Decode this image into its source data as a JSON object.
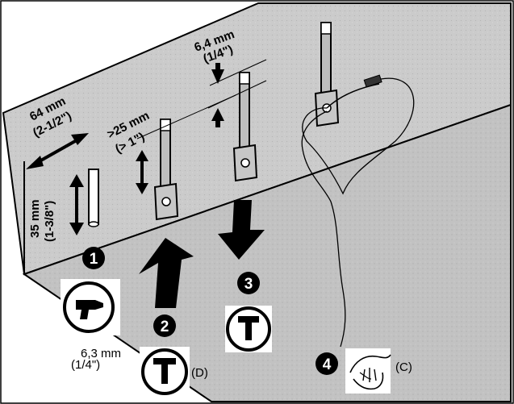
{
  "dimensions": {
    "width_mm": "64 mm",
    "width_in": "(2-1/2\")",
    "depth_mm": "35 mm",
    "depth_in": "(1-3/8\")",
    "spacing_mm": ">25 mm",
    "spacing_in": "(> 1\")",
    "gap_mm": "6,4 mm",
    "gap_in": "(1/4\")",
    "drill_mm": "6,3 mm",
    "drill_in": "(1/4\")"
  },
  "steps": [
    {
      "number": "1",
      "tool": "drill-icon"
    },
    {
      "number": "2",
      "tool": "hammer-icon",
      "label": "(D)"
    },
    {
      "number": "3",
      "tool": "hammer-icon"
    },
    {
      "number": "4",
      "tool": "hand-icon",
      "label": "(C)"
    }
  ],
  "colors": {
    "surface": "#c9c9c9",
    "ink": "#000000",
    "background": "#ffffff"
  }
}
